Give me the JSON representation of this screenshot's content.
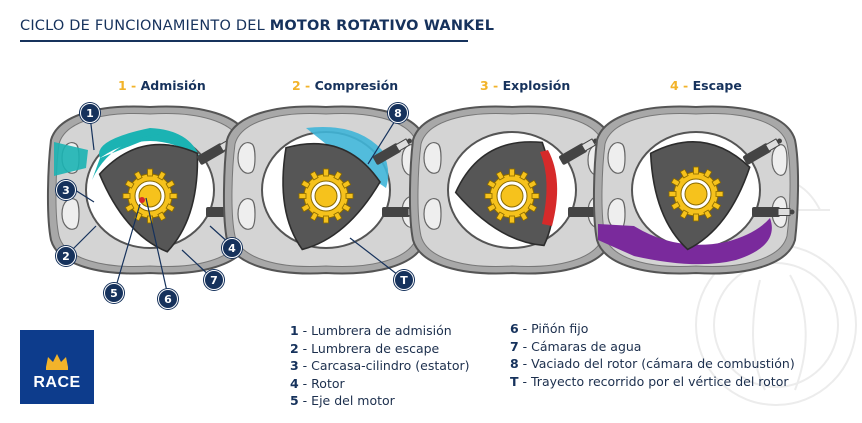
{
  "title": {
    "prefix": "CICLO DE FUNCIONAMIENTO DEL ",
    "emphasis": "MOTOR ROTATIVO WANKEL"
  },
  "steps": [
    {
      "num": "1",
      "name": "Admisión"
    },
    {
      "num": "2",
      "name": "Compresión"
    },
    {
      "num": "3",
      "name": "Explosión"
    },
    {
      "num": "4",
      "name": "Escape"
    }
  ],
  "step_separator": " - ",
  "callouts": [
    "1",
    "2",
    "3",
    "4",
    "5",
    "6",
    "7",
    "8",
    "T"
  ],
  "legend_left": [
    {
      "key": "1",
      "text": "Lumbrera de admisión"
    },
    {
      "key": "2",
      "text": "Lumbrera de escape"
    },
    {
      "key": "3",
      "text": "Carcasa-cilindro (estator)"
    },
    {
      "key": "4",
      "text": "Rotor"
    },
    {
      "key": "5",
      "text": "Eje del motor"
    }
  ],
  "legend_right": [
    {
      "key": "6",
      "text": "Piñón fijo"
    },
    {
      "key": "7",
      "text": "Cámaras de agua"
    },
    {
      "key": "8",
      "text": "Vaciado del rotor (cámara de combustión)"
    },
    {
      "key": "T",
      "text": "Trayecto recorrido por el vértice del rotor"
    }
  ],
  "logo": {
    "text": "RACE"
  },
  "colors": {
    "navy": "#16325c",
    "accent_yellow": "#f2b32a",
    "intake": "#1bb3b3",
    "compression": "#3fb5d8",
    "explosion": "#d62a2a",
    "exhaust": "#7a2a9c",
    "housing": "#9a9a9a",
    "rotor": "#555555",
    "gear": "#f6c21c"
  }
}
